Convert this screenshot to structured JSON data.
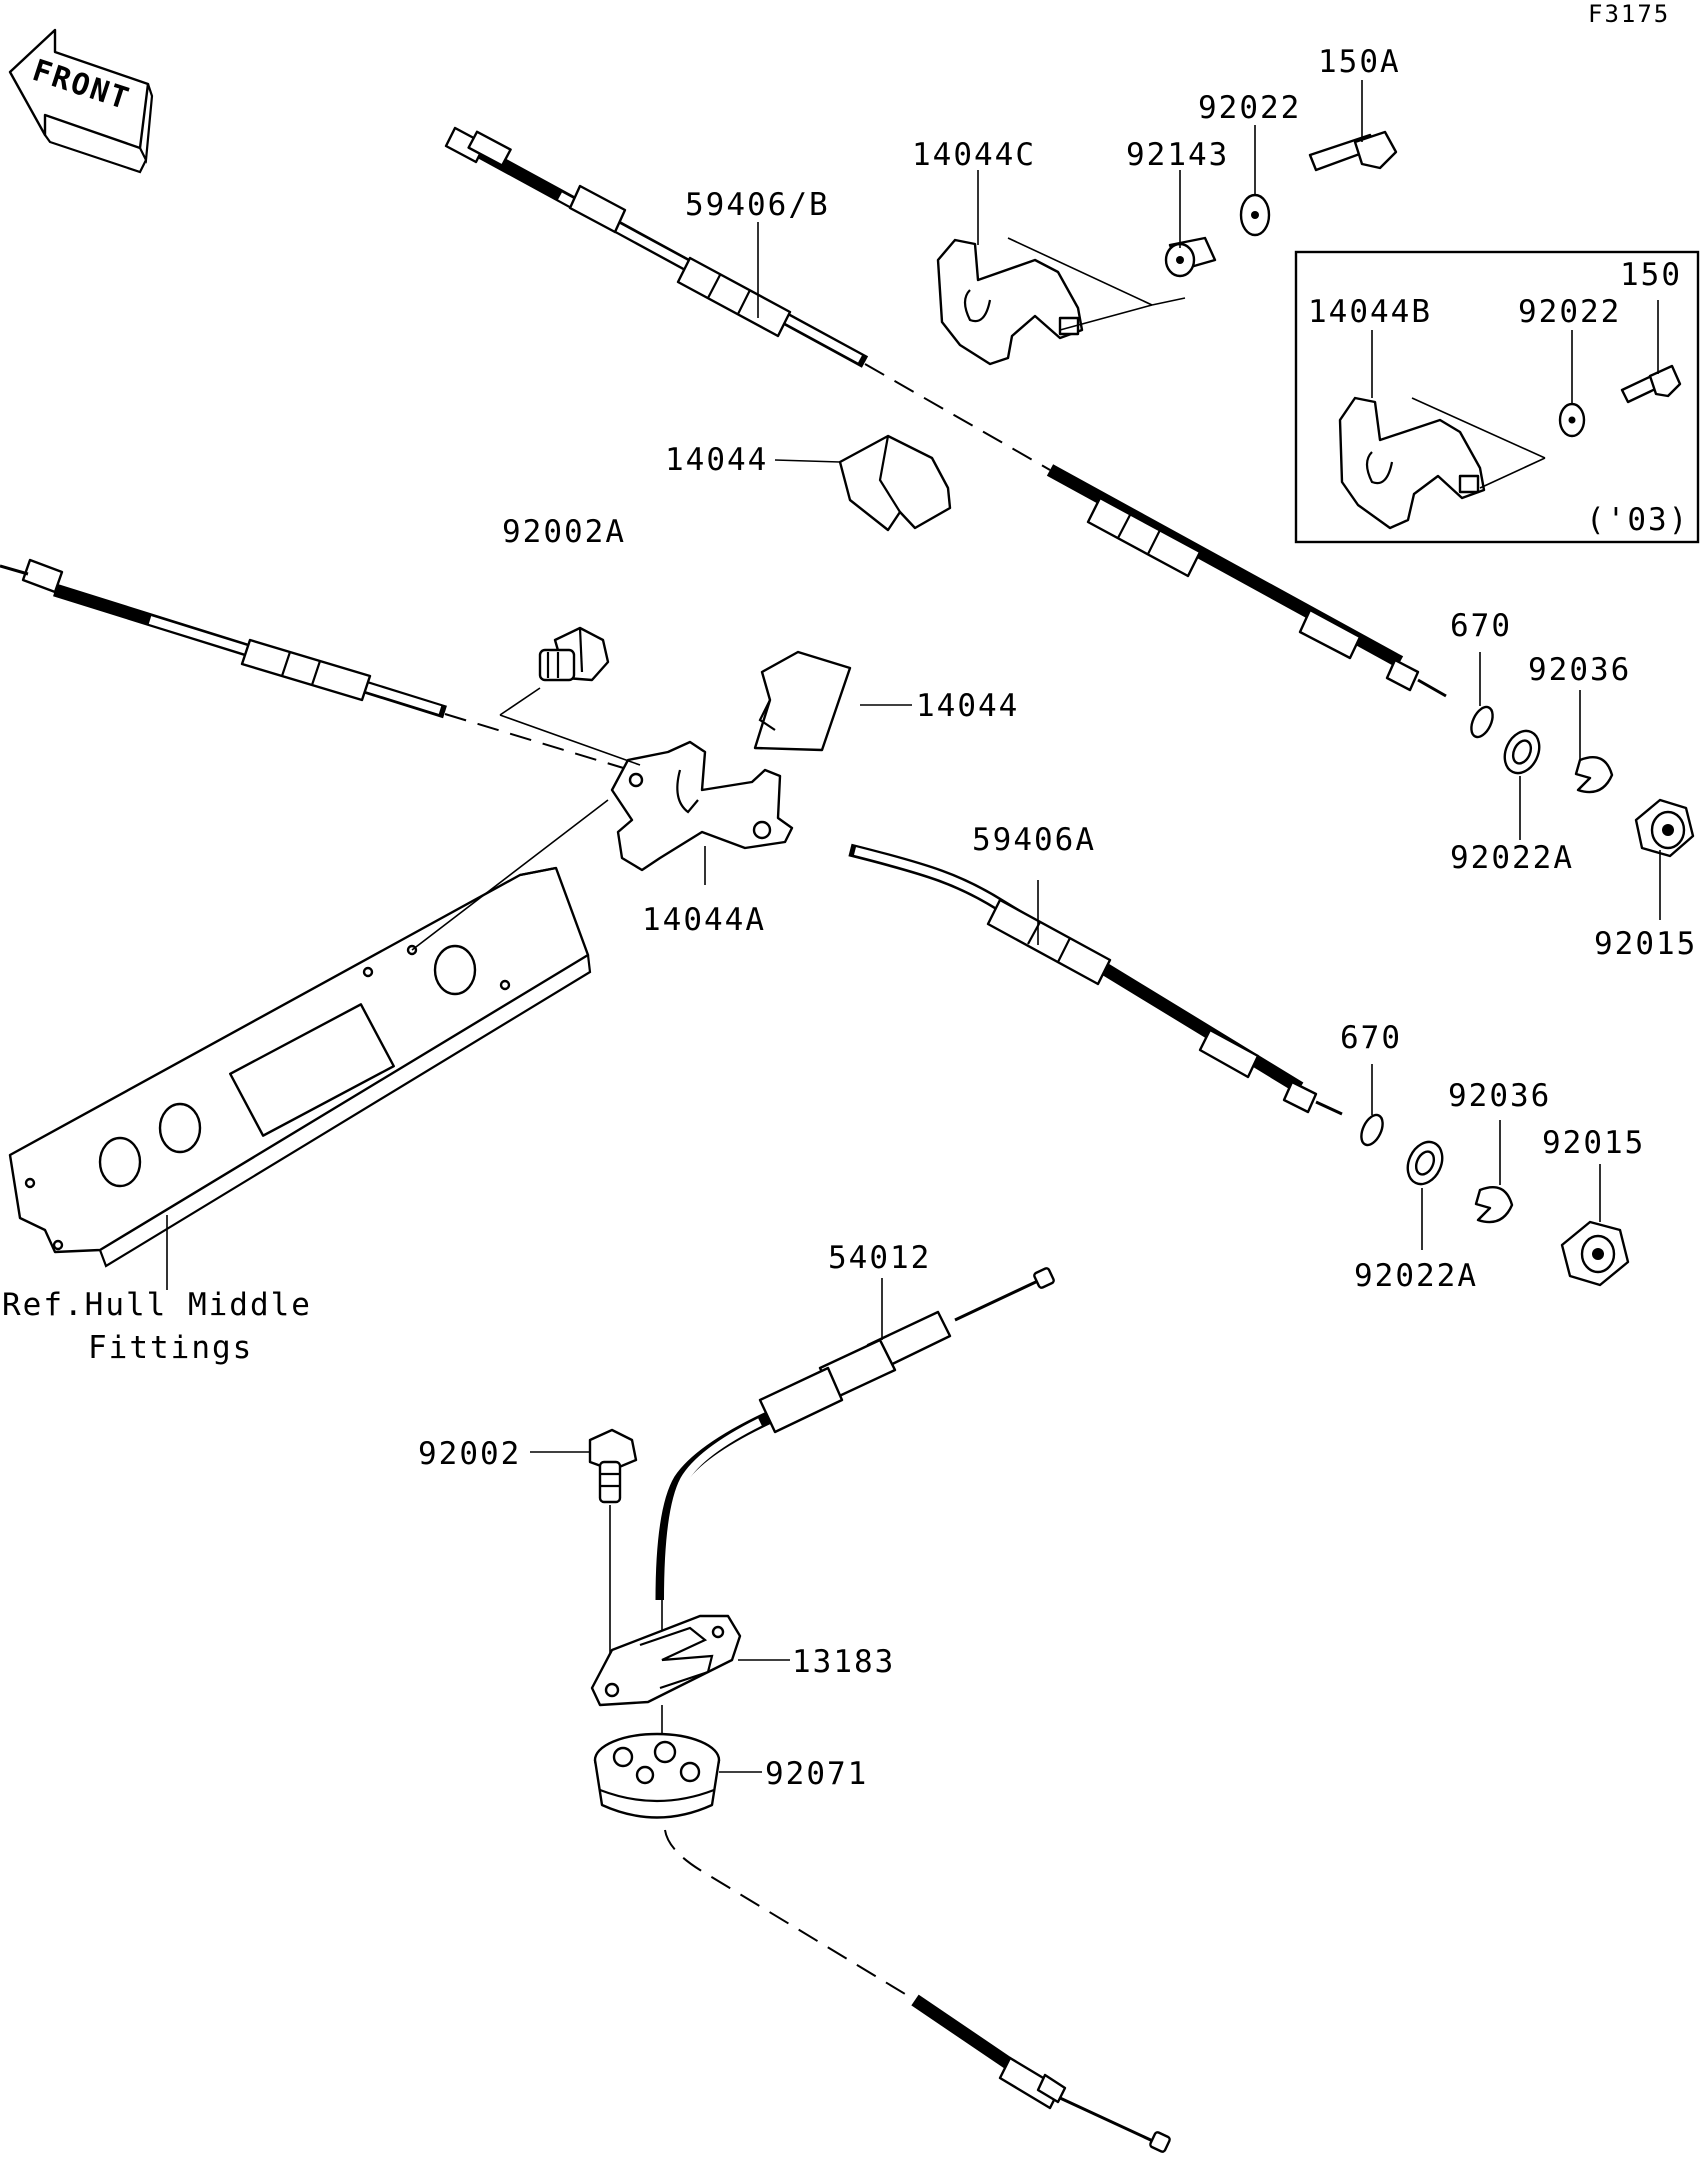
{
  "diagram_code": "F3175",
  "front_label": "FRONT",
  "variant_note": "('03)",
  "ref_note": {
    "line1": "Ref.Hull Middle",
    "line2": "Fittings"
  },
  "labels": {
    "p150A": "150A",
    "p92022_top": "92022",
    "p92143": "92143",
    "p14044C": "14044C",
    "p59406B": "59406/B",
    "p14044B": "14044B",
    "p92022_inset": "92022",
    "p150": "150",
    "p14044_upper": "14044",
    "p92002A": "92002A",
    "p14044_lower": "14044",
    "p670_upper": "670",
    "p92036_upper": "92036",
    "p92022A_upper": "92022A",
    "p92015_upper": "92015",
    "p59406A": "59406A",
    "p14044A": "14044A",
    "p670_lower": "670",
    "p92036_lower": "92036",
    "p92015_lower": "92015",
    "p92022A_lower": "92022A",
    "p54012": "54012",
    "p92002": "92002",
    "p13183": "13183",
    "p92071": "92071"
  }
}
